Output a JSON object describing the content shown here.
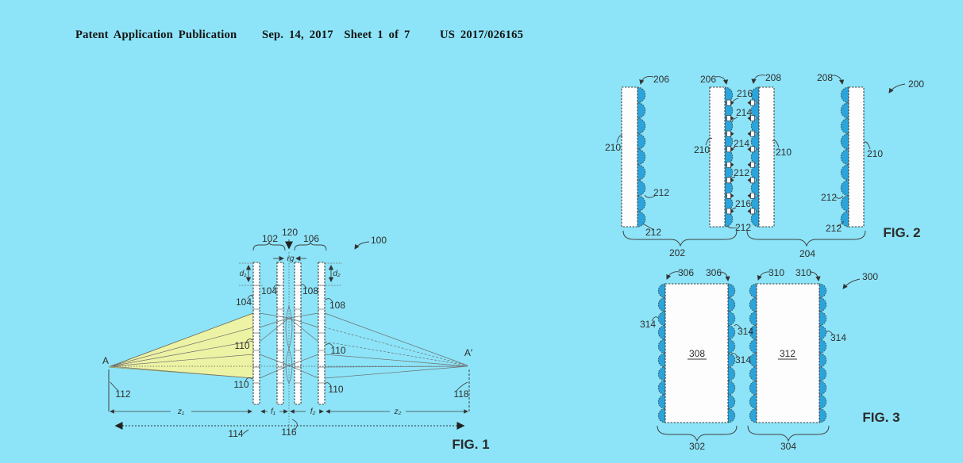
{
  "header": {
    "publication": "Patent Application Publication",
    "date_sheet": "Sep. 14, 2017  Sheet 1 of 7",
    "doc_number": "US 2017/026165"
  },
  "colors": {
    "background": "#8DE4F8",
    "lenslet_blue": "#2AA4DA",
    "light_cone_yellow": "#EDF3A4",
    "ink": "#3A3A3A"
  },
  "fig1": {
    "caption": "FIG. 1",
    "point_a": "A",
    "point_a_prime": "A′",
    "n100": "100",
    "n102": "102",
    "n104": "104",
    "n106": "106",
    "n108": "108",
    "n110": "110",
    "n112": "112",
    "n114": "114",
    "n116": "116",
    "n118": "118",
    "n120": "120",
    "dim_z1": "z₁",
    "dim_f1": "f₁",
    "dim_f2": "f₂",
    "dim_z2": "z₂",
    "dim_rg": "rg",
    "dim_d1": "d₁",
    "dim_d2": "d₂"
  },
  "fig2": {
    "caption": "FIG. 2",
    "n200": "200",
    "n202": "202",
    "n204": "204",
    "n206": "206",
    "n208": "208",
    "n210": "210",
    "n212": "212",
    "n214": "214",
    "n216": "216"
  },
  "fig3": {
    "caption": "FIG. 3",
    "n300": "300",
    "n302": "302",
    "n304": "304",
    "n306": "306",
    "n308": "308",
    "n310": "310",
    "n312": "312",
    "n314": "314"
  }
}
